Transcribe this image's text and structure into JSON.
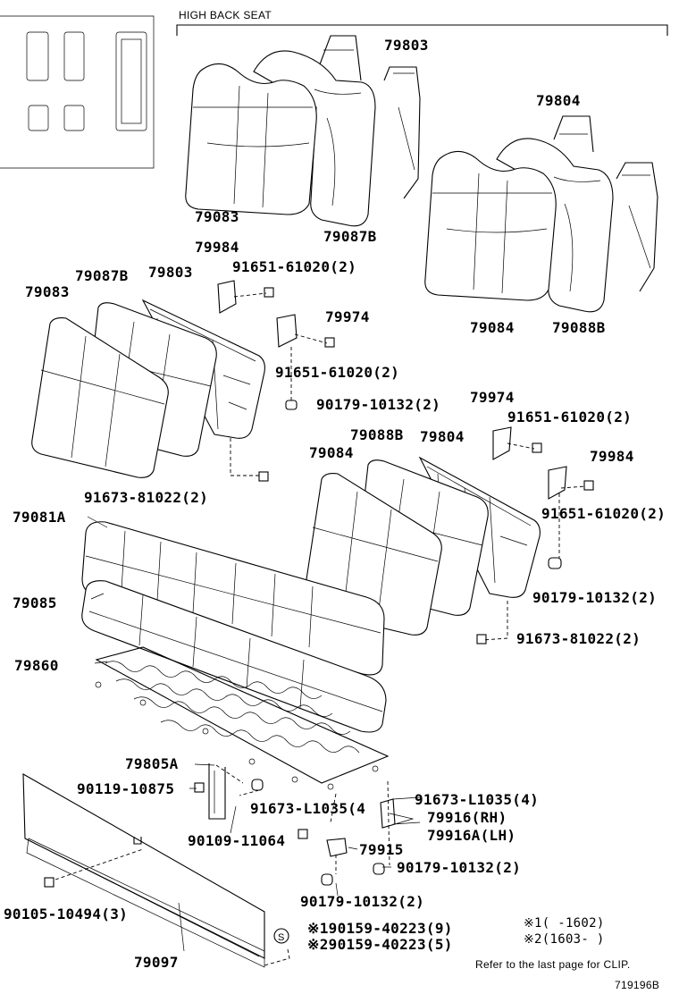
{
  "header": {
    "section_title": "HIGH BACK SEAT"
  },
  "parts": {
    "p79803_top": "79803",
    "p79804_top": "79804",
    "p79083_top": "79083",
    "p79087B_top": "79087B",
    "p79084_top": "79084",
    "p79088B_top": "79088B",
    "p79984_left": "79984",
    "p91651_left_a": "91651-61020(2)",
    "p79087B_mid": "79087B",
    "p79803_mid": "79803",
    "p79083_mid": "79083",
    "p79974_left": "79974",
    "p91651_left_b": "91651-61020(2)",
    "p90179_left": "90179-10132(2)",
    "p79974_right": "79974",
    "p91651_right_a": "91651-61020(2)",
    "p79088B_mid": "79088B",
    "p79804_mid": "79804",
    "p79084_mid": "79084",
    "p79984_right": "79984",
    "p91673_left": "91673-81022(2)",
    "p91651_right_b": "91651-61020(2)",
    "p79081A": "79081A",
    "p90179_right": "90179-10132(2)",
    "p79085": "79085",
    "p91673_right": "91673-81022(2)",
    "p79860": "79860",
    "p79805A": "79805A",
    "p90119": "90119-10875",
    "p91673_L1035_right": "91673-L1035(4)",
    "p91673_L1035_left": "91673-L1035(4",
    "p79916_rh": "79916(RH)",
    "p79916A_lh": "79916A(LH)",
    "p90109": "90109-11064",
    "p79915": "79915",
    "p90179_bottom_r": "90179-10132(2)",
    "p90179_bottom": "90179-10132(2)",
    "p90105": "90105-10494(3)",
    "p90159_1": "※190159-40223(9)",
    "p90159_2": "※290159-40223(5)",
    "p79097": "79097"
  },
  "notes": {
    "n1": "※1(    -1602)",
    "n2": "※2(1603-    )",
    "clip_ref": "Refer to the last page for CLIP.",
    "clip_symbol": "S",
    "drawing_no": "719196B"
  }
}
